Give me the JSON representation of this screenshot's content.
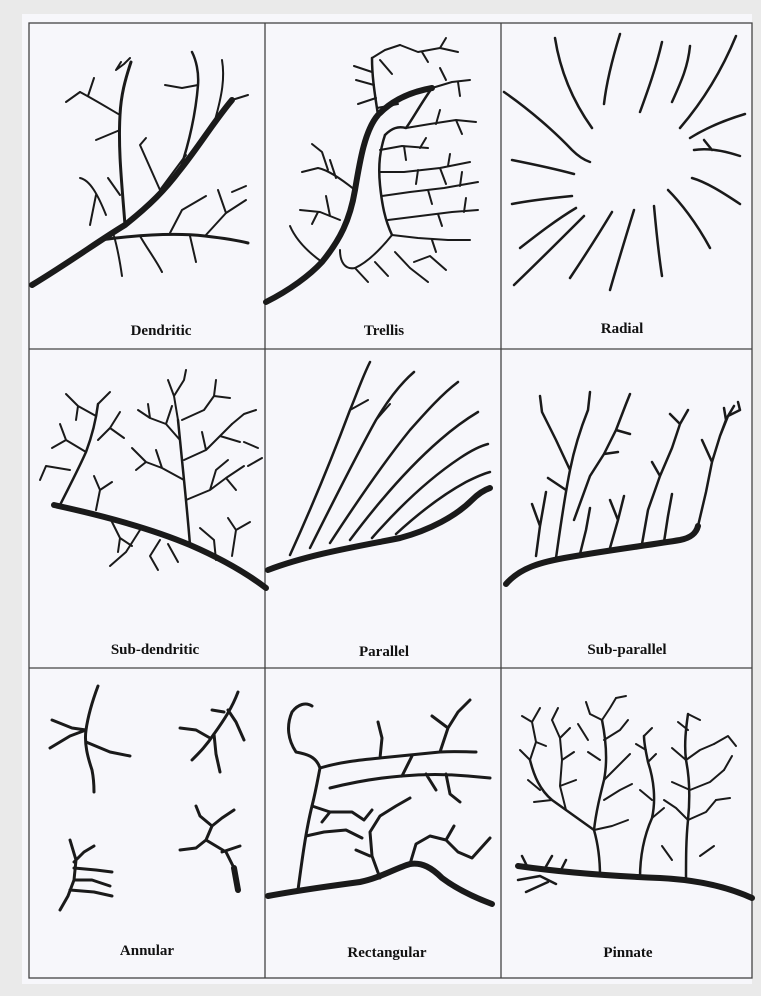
{
  "panels": [
    {
      "id": "dendritic",
      "label": "Dendritic"
    },
    {
      "id": "trellis",
      "label": "Trellis"
    },
    {
      "id": "radial",
      "label": "Radial"
    },
    {
      "id": "sub-dendritic",
      "label": "Sub-dendritic"
    },
    {
      "id": "parallel",
      "label": "Parallel"
    },
    {
      "id": "sub-parallel",
      "label": "Sub-parallel"
    },
    {
      "id": "annular",
      "label": "Annular"
    },
    {
      "id": "rectangular",
      "label": "Rectangular"
    },
    {
      "id": "pinnate",
      "label": "Pinnate"
    }
  ],
  "colors": {
    "paper": "#f7f7fb",
    "ink": "#1a1a1a",
    "grid": "#444444",
    "background": "#eaeaea"
  }
}
